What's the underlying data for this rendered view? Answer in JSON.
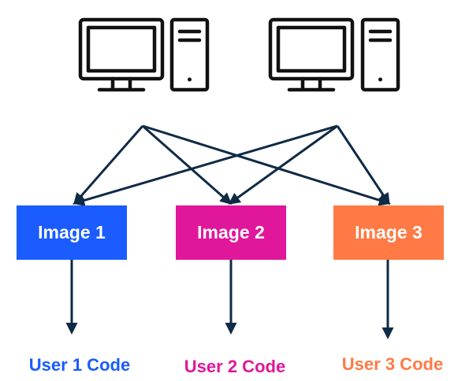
{
  "computers": [
    {
      "icon": "desktop-computer-icon"
    },
    {
      "icon": "desktop-computer-icon"
    }
  ],
  "images": [
    {
      "label": "Image 1",
      "color": "#1a5cff"
    },
    {
      "label": "Image 2",
      "color": "#e0179b"
    },
    {
      "label": "Image 3",
      "color": "#ff7a45"
    }
  ],
  "codes": [
    {
      "label": "User 1 Code",
      "color": "#1a5cff"
    },
    {
      "label": "User 2 Code",
      "color": "#e0179b"
    },
    {
      "label": "User 3 Code",
      "color": "#ff7a45"
    }
  ],
  "edge_color": "#0f2a45",
  "icon_color": "#111111"
}
